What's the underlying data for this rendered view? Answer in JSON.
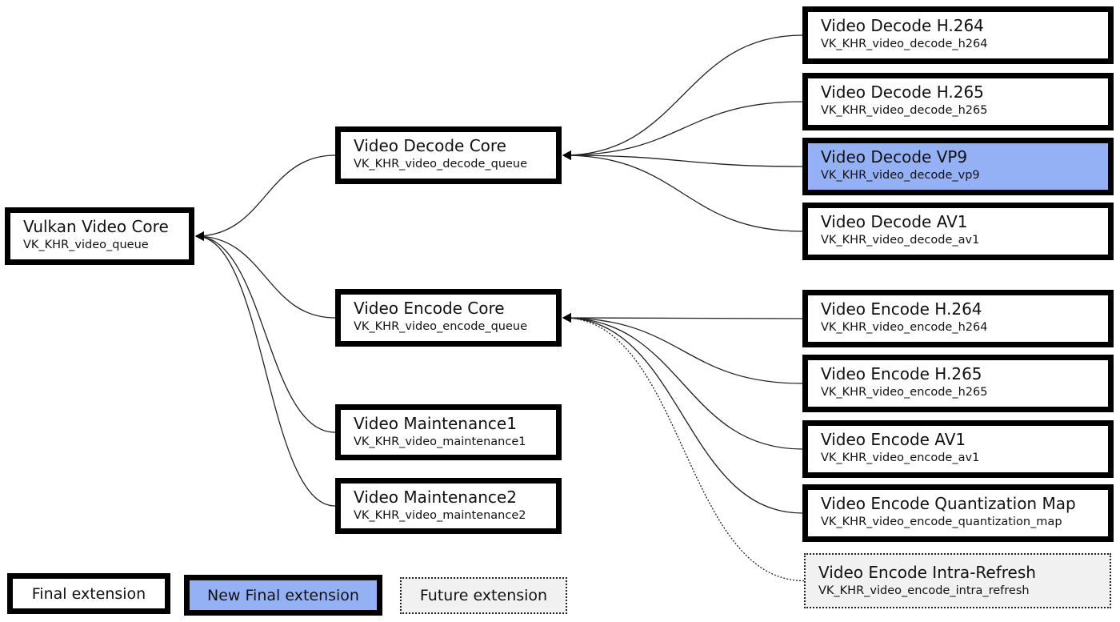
{
  "colors": {
    "final_bg": "#ffffff",
    "new_final_bg": "#95b1f6",
    "future_bg": "#f1f1f1",
    "border": "#000000"
  },
  "nodes": {
    "core": {
      "title": "Vulkan Video Core",
      "ext": "VK_KHR_video_queue",
      "status": "final"
    },
    "decode_core": {
      "title": "Video Decode Core",
      "ext": "VK_KHR_video_decode_queue",
      "status": "final"
    },
    "encode_core": {
      "title": "Video Encode Core",
      "ext": "VK_KHR_video_encode_queue",
      "status": "final"
    },
    "maint1": {
      "title": "Video Maintenance1",
      "ext": "VK_KHR_video_maintenance1",
      "status": "final"
    },
    "maint2": {
      "title": "Video Maintenance2",
      "ext": "VK_KHR_video_maintenance2",
      "status": "final"
    },
    "dec_h264": {
      "title": "Video Decode H.264",
      "ext": "VK_KHR_video_decode_h264",
      "status": "final"
    },
    "dec_h265": {
      "title": "Video Decode H.265",
      "ext": "VK_KHR_video_decode_h265",
      "status": "final"
    },
    "dec_vp9": {
      "title": "Video Decode VP9",
      "ext": "VK_KHR_video_decode_vp9",
      "status": "new"
    },
    "dec_av1": {
      "title": "Video Decode AV1",
      "ext": "VK_KHR_video_decode_av1",
      "status": "final"
    },
    "enc_h264": {
      "title": "Video Encode H.264",
      "ext": "VK_KHR_video_encode_h264",
      "status": "final"
    },
    "enc_h265": {
      "title": "Video Encode H.265",
      "ext": "VK_KHR_video_encode_h265",
      "status": "final"
    },
    "enc_av1": {
      "title": "Video Encode AV1",
      "ext": "VK_KHR_video_encode_av1",
      "status": "final"
    },
    "enc_qmap": {
      "title": "Video Encode Quantization Map",
      "ext": "VK_KHR_video_encode_quantization_map",
      "status": "final"
    },
    "enc_intra": {
      "title": "Video Encode Intra-Refresh",
      "ext": "VK_KHR_video_encode_intra_refresh",
      "status": "future"
    }
  },
  "edges": [
    {
      "from": "decode_core",
      "to": "core",
      "style": "solid"
    },
    {
      "from": "encode_core",
      "to": "core",
      "style": "solid"
    },
    {
      "from": "maint1",
      "to": "core",
      "style": "solid"
    },
    {
      "from": "maint2",
      "to": "core",
      "style": "solid"
    },
    {
      "from": "dec_h264",
      "to": "decode_core",
      "style": "solid"
    },
    {
      "from": "dec_h265",
      "to": "decode_core",
      "style": "solid"
    },
    {
      "from": "dec_vp9",
      "to": "decode_core",
      "style": "solid"
    },
    {
      "from": "dec_av1",
      "to": "decode_core",
      "style": "solid"
    },
    {
      "from": "enc_h264",
      "to": "encode_core",
      "style": "solid"
    },
    {
      "from": "enc_h265",
      "to": "encode_core",
      "style": "solid"
    },
    {
      "from": "enc_av1",
      "to": "encode_core",
      "style": "solid"
    },
    {
      "from": "enc_qmap",
      "to": "encode_core",
      "style": "solid"
    },
    {
      "from": "enc_intra",
      "to": "encode_core",
      "style": "dotted"
    }
  ],
  "legend": {
    "final": "Final extension",
    "new_final": "New Final extension",
    "future": "Future extension"
  }
}
